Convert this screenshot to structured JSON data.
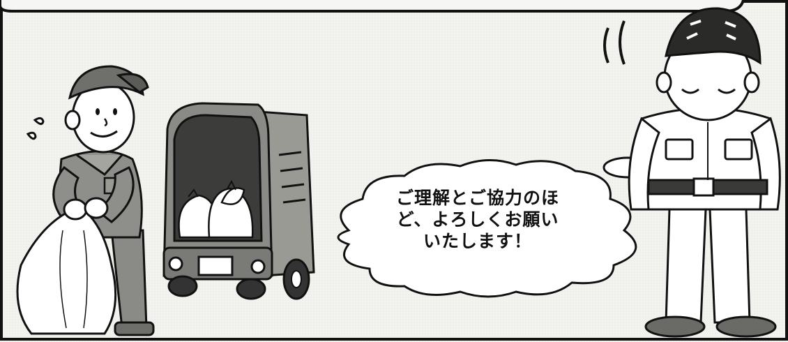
{
  "speech_bubble": {
    "lines": [
      "ご理解とご協力のほ",
      "ど、よろしくお願い",
      "いたします！"
    ]
  }
}
